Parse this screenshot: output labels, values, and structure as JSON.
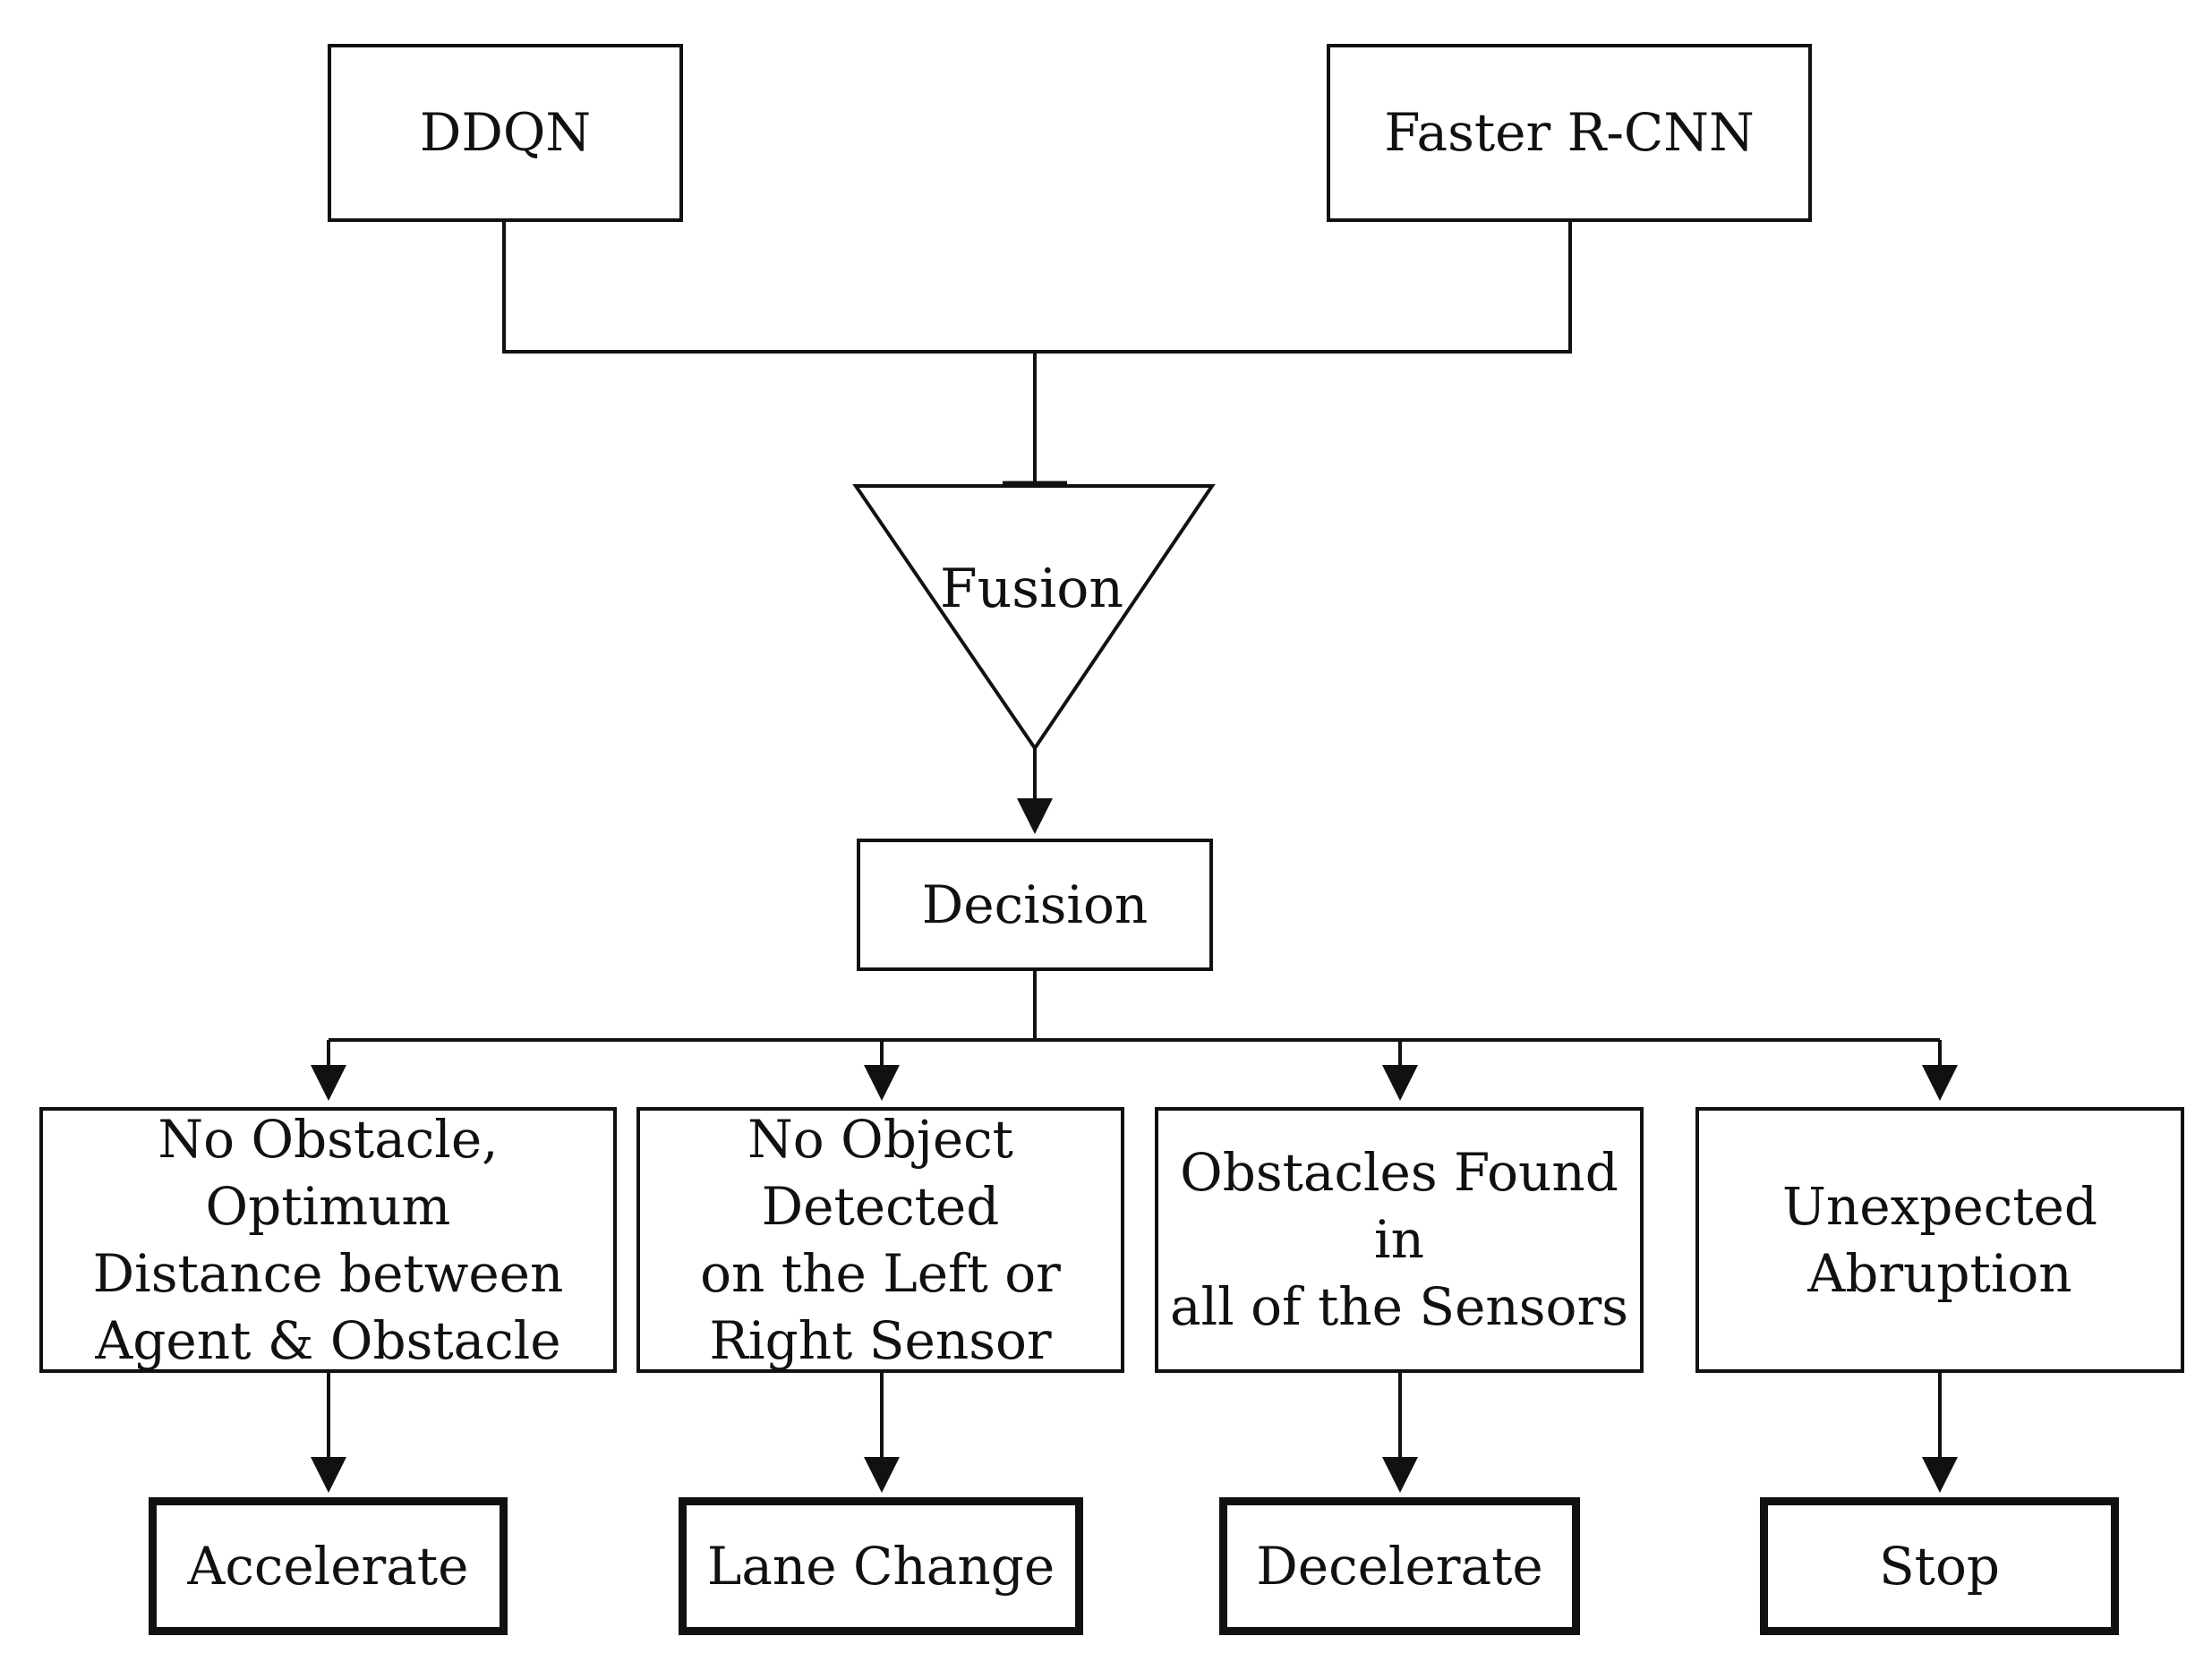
{
  "diagram": {
    "inputs": {
      "ddqn": "DDQN",
      "faster_rcnn": "Faster R-CNN"
    },
    "fusion": "Fusion",
    "decision": "Decision",
    "conditions": [
      "No Obstacle, Optimum\nDistance between\nAgent & Obstacle",
      "No Object Detected\non the Left or\nRight Sensor",
      "Obstacles Found in\nall of the Sensors",
      "Unexpected\nAbruption"
    ],
    "actions": [
      "Accelerate",
      "Lane Change",
      "Decelerate",
      "Stop"
    ]
  }
}
